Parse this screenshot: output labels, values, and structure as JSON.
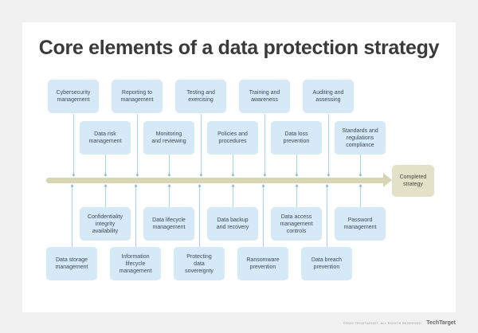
{
  "title": "Core elements of a data protection strategy",
  "top_row": [
    "Cybersecurity\nmanagement",
    "Reporting to\nmanagement",
    "Testing and\nexercising",
    "Training and\nawareness",
    "Auditing and\nassessing"
  ],
  "upper_mid_row": [
    "Data risk\nmanagement",
    "Monitoring\nand reviewing",
    "Policies and\nprocedures",
    "Data loss\nprevention",
    "Standards and\nregulations\ncompliance"
  ],
  "lower_mid_row": [
    "Confidentiality\nintegrity\navailability",
    "Data lifecycle\nmanagement",
    "Data backup\nand recovery",
    "Data access\nmanagement\ncontrols",
    "Password\nmanagement"
  ],
  "bottom_row": [
    "Data storage\nmanagement",
    "Information\nlifecycle\nmanagement",
    "Protecting\ndata\nsovereignty",
    "Ransomware\nprevention",
    "Data breach\nprevention"
  ],
  "goal": "Completed\nstrategy",
  "footer": {
    "copyright": "©2022 TECHTARGET. ALL RIGHTS RESERVED",
    "logo": "TechTarget"
  },
  "colors": {
    "box": "#d5eaf6",
    "line": "#a9d2e8",
    "arrow": "#d8d5b4",
    "goal": "#e3e1c8"
  }
}
